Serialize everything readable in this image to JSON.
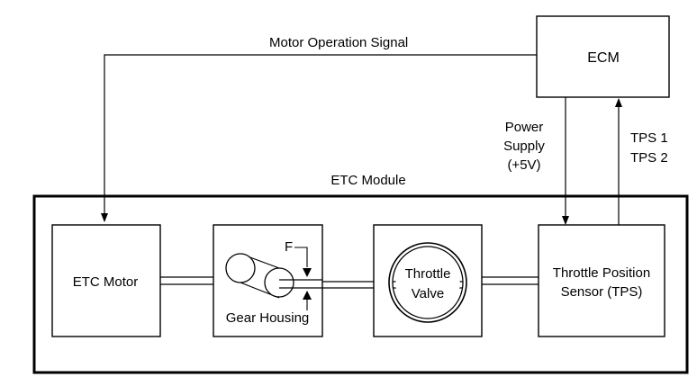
{
  "diagram": {
    "signal_label": "Motor Operation Signal",
    "ecm_label": "ECM",
    "power_supply": {
      "line1": "Power",
      "line2": "Supply",
      "line3": "(+5V)"
    },
    "tps_signals": {
      "line1": "TPS 1",
      "line2": "TPS 2"
    },
    "module_label": "ETC Module",
    "motor_label": "ETC Motor",
    "gear_housing_label": "Gear Housing",
    "force_label": "F",
    "throttle_valve": {
      "line1": "Throttle",
      "line2": "Valve"
    },
    "tps_box": {
      "line1": "Throttle Position",
      "line2": "Sensor (TPS)"
    }
  }
}
